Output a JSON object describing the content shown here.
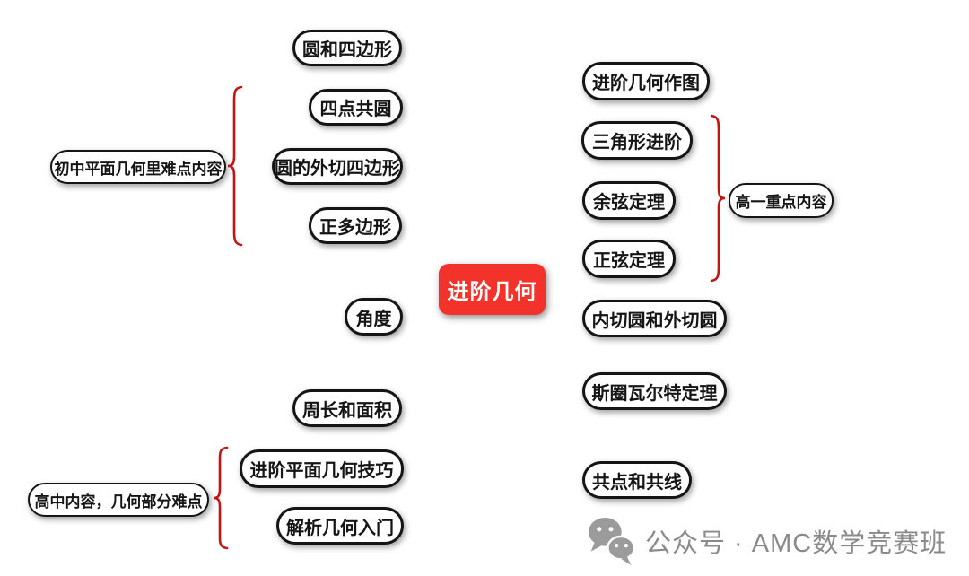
{
  "colors": {
    "background": "#ffffff",
    "node_fill": "#ffffff",
    "node_border": "#151515",
    "node_text": "#151515",
    "center_fill": "#f4322c",
    "center_text": "#ffffff",
    "brace": "#c31414",
    "footer_text": "#8a8a8a",
    "wechat_icon": "#9b9b9b"
  },
  "center": {
    "label": "进阶几何"
  },
  "nodes": {
    "circle_and_quadrilateral": "圆和四边形",
    "four_points_concyclic": "四点共圆",
    "circumscribed_quadrilateral": "圆的外切四边形",
    "regular_polygon": "正多边形",
    "junior_label": "初中平面几何里难点内容",
    "angle": "角度",
    "perimeter_and_area": "周长和面积",
    "senior_label": "高中内容，几何部分难点",
    "advanced_plane_techniques": "进阶平面几何技巧",
    "analytic_geometry_intro": "解析几何入门",
    "advanced_construction": "进阶几何作图",
    "triangle_advanced": "三角形进阶",
    "law_of_cosines": "余弦定理",
    "law_of_sines": "正弦定理",
    "grade10_label": "高一重点内容",
    "incircle_and_circumcircle": "内切圆和外切圆",
    "stewart_theorem": "斯圈瓦尔特定理",
    "concurrency_and_collinearity": "共点和共线"
  },
  "groups": [
    {
      "label": "初中平面几何里难点内容",
      "brace_items": [
        "四点共圆",
        "圆的外切四边形",
        "正多边形"
      ]
    },
    {
      "label": "高一重点内容",
      "brace_items": [
        "三角形进阶",
        "余弦定理",
        "正弦定理"
      ]
    },
    {
      "label": "高中内容，几何部分难点",
      "brace_items": [
        "进阶平面几何技巧",
        "解析几何入门"
      ]
    }
  ],
  "footer": {
    "text": "公众号 · AMC数学竞赛班"
  }
}
